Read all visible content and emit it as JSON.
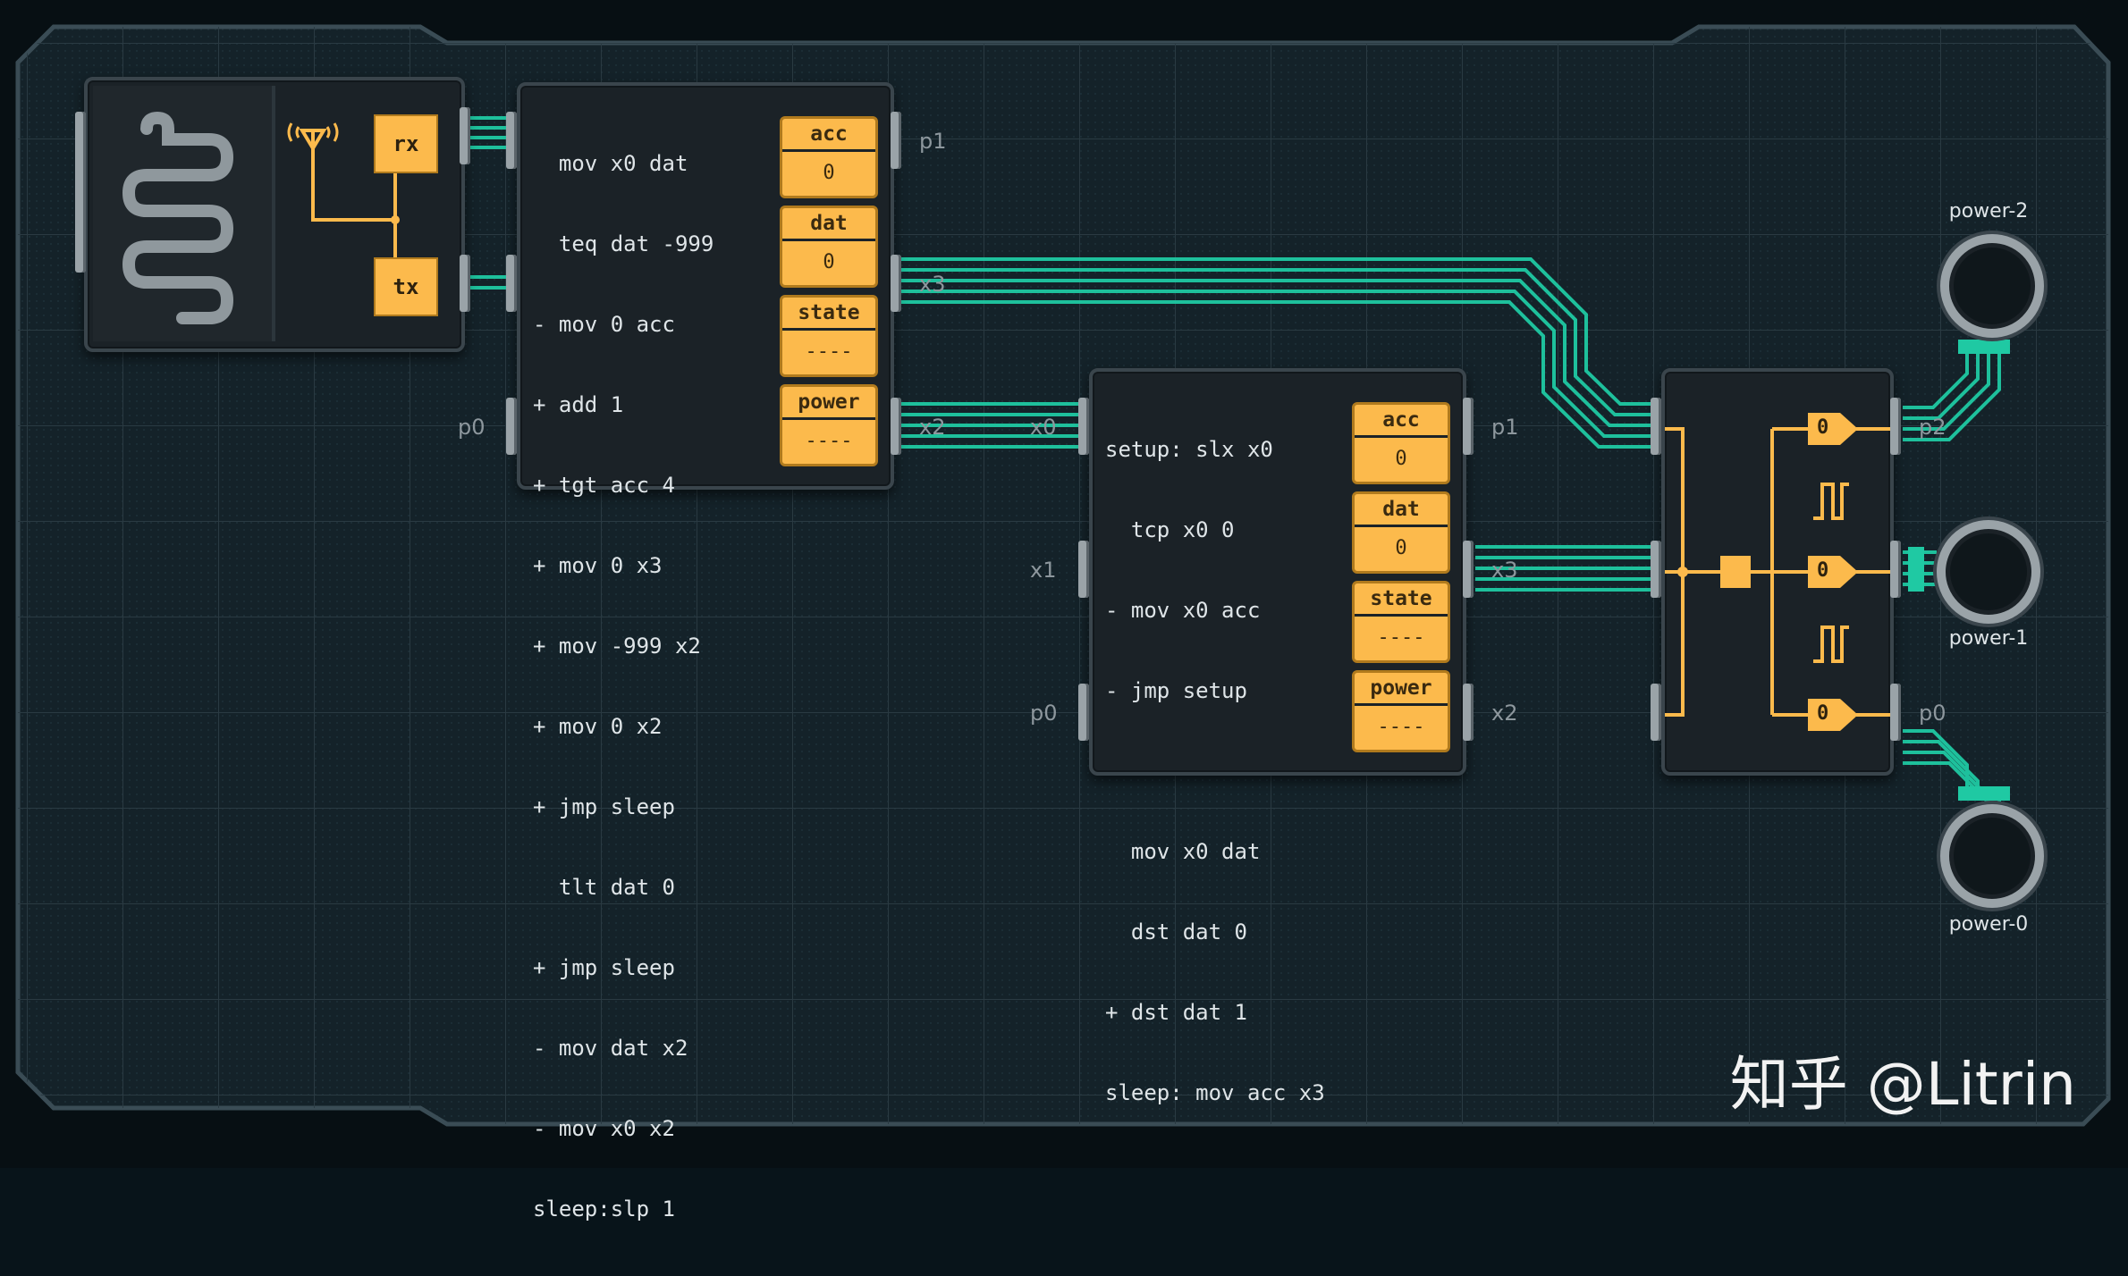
{
  "radio_module": {
    "rx_label": "rx",
    "tx_label": "tx"
  },
  "controller_a": {
    "code": [
      "  mov x0 dat",
      "  teq dat -999",
      "- mov 0 acc",
      "+ add 1",
      "+ tgt acc 4",
      "+ mov 0 x3",
      "+ mov -999 x2",
      "+ mov 0 x2",
      "+ jmp sleep",
      "  tlt dat 0",
      "+ jmp sleep",
      "- mov dat x2",
      "- mov x0 x2",
      "sleep:slp 1"
    ],
    "registers": [
      {
        "name": "acc",
        "value": "0"
      },
      {
        "name": "dat",
        "value": "0"
      },
      {
        "name": "state",
        "value": "----"
      },
      {
        "name": "power",
        "value": "----"
      }
    ],
    "port_labels": {
      "p1": "p1",
      "x3": "x3",
      "p0": "p0",
      "x2": "x2"
    }
  },
  "controller_b": {
    "code": [
      "setup: slx x0",
      "  tcp x0 0",
      "- mov x0 acc",
      "- jmp setup",
      "",
      "  mov x0 dat",
      "  dst dat 0",
      "+ dst dat 1",
      "sleep: mov acc x3"
    ],
    "registers": [
      {
        "name": "acc",
        "value": "0"
      },
      {
        "name": "dat",
        "value": "0"
      },
      {
        "name": "state",
        "value": "----"
      },
      {
        "name": "power",
        "value": "----"
      }
    ],
    "port_labels": {
      "x0": "x0",
      "p1": "p1",
      "x1": "x1",
      "x3": "x3",
      "p0": "p0",
      "x2": "x2"
    }
  },
  "splitter": {
    "gate_values": [
      "0",
      "0",
      "0"
    ],
    "port_labels": {
      "p2": "p2",
      "p0": "p0"
    }
  },
  "outputs": [
    {
      "label": "power-2"
    },
    {
      "label": "power-1"
    },
    {
      "label": "power-0"
    }
  ],
  "watermark": "知乎 @Litrin",
  "colors": {
    "wire": "#1fc9a3",
    "chip_orange": "#fcba4c",
    "background": "#08141a",
    "board": "#16272f"
  }
}
